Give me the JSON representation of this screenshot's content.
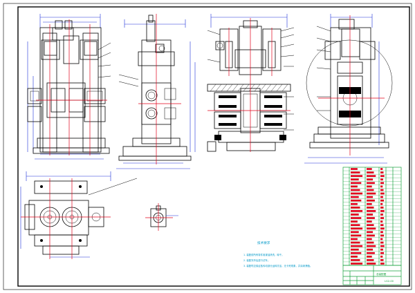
{
  "technical_notes": {
    "title": "技术要求",
    "lines": [
      "1. 装配前所有零件用煤油清洗，晾干。",
      "2. 装配完毕后进行试车。",
      "3. 装配时应保证各传动部分运转灵活，无卡死现象，并涂润滑脂。"
    ]
  },
  "title_block": {
    "drawing_name": "总装配图",
    "drawing_number": "LG2-00"
  },
  "colors": {
    "outline": "#000000",
    "centerline": "#e0001a",
    "dimension": "#1c2fd8",
    "notes": "#0098c8",
    "title_block": "#14a03c"
  }
}
